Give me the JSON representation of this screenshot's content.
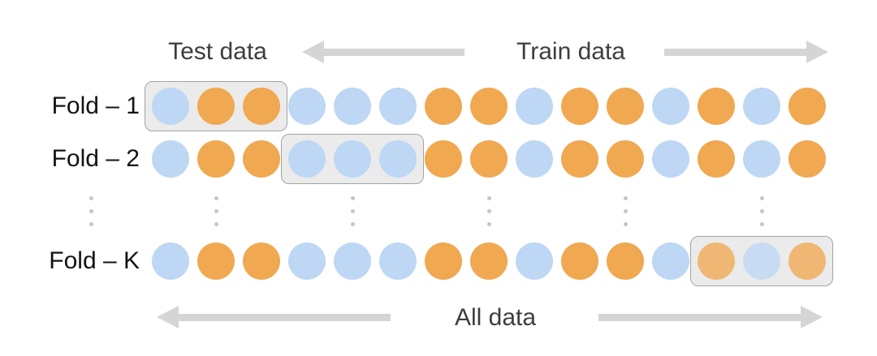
{
  "header": {
    "test_label": "Test data",
    "train_label": "Train data"
  },
  "footer": {
    "all_label": "All data"
  },
  "dot_pattern": [
    "blue",
    "orange",
    "orange",
    "blue",
    "blue",
    "blue",
    "orange",
    "orange",
    "blue",
    "orange",
    "orange",
    "blue",
    "orange",
    "blue",
    "orange"
  ],
  "folds": [
    {
      "label": "Fold – 1",
      "test_start": 0,
      "test_count": 3,
      "muted_test": false
    },
    {
      "label": "Fold – 2",
      "test_start": 3,
      "test_count": 3,
      "muted_test": false
    },
    {
      "label": "Fold – K",
      "test_start": 12,
      "test_count": 3,
      "muted_test": true
    }
  ],
  "ellipsis": {
    "columns": 6,
    "dots_per_column": 3
  },
  "colors": {
    "blue": "#bdd7f4",
    "orange": "#f0a851",
    "arrow": "#d5d5d5",
    "box_fill": "#ebebeb",
    "box_border": "#a3a3a3",
    "ellipsis": "#c6c6c6",
    "header_text": "#3d3d3d",
    "fold_text": "#131313"
  }
}
